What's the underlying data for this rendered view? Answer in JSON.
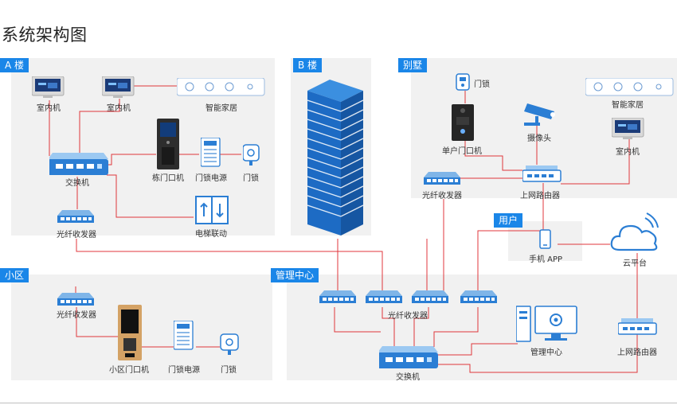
{
  "title": "系统架构图",
  "sections": {
    "a": "A 楼",
    "b": "B 楼",
    "villa": "别墅",
    "user": "用户",
    "community": "小区",
    "mgmt": "管理中心"
  },
  "a_building": {
    "indoor1": "室内机",
    "indoor2": "室内机",
    "smart_home": "智能家居",
    "switch": "交换机",
    "door_station": "栋门口机",
    "lock_power": "门锁电源",
    "lock": "门锁",
    "fiber": "光纤收发器",
    "elevator": "电梯联动"
  },
  "villa": {
    "lock": "门锁",
    "smart_home": "智能家居",
    "door_station": "单户门口机",
    "camera": "摄像头",
    "indoor": "室内机",
    "fiber": "光纤收发器",
    "router": "上网路由器"
  },
  "user": {
    "app": "手机 APP",
    "cloud": "云平台"
  },
  "community": {
    "fiber": "光纤收发器",
    "door_station": "小区门口机",
    "lock_power": "门锁电源",
    "lock": "门锁"
  },
  "mgmt": {
    "fiber": "光纤收发器",
    "center": "管理中心",
    "router": "上网路由器",
    "switch": "交换机"
  },
  "colors": {
    "accent": "#1a86e8",
    "line": "#e0373c",
    "panel": "#f1f1f1",
    "device": "#2b7ed4"
  }
}
